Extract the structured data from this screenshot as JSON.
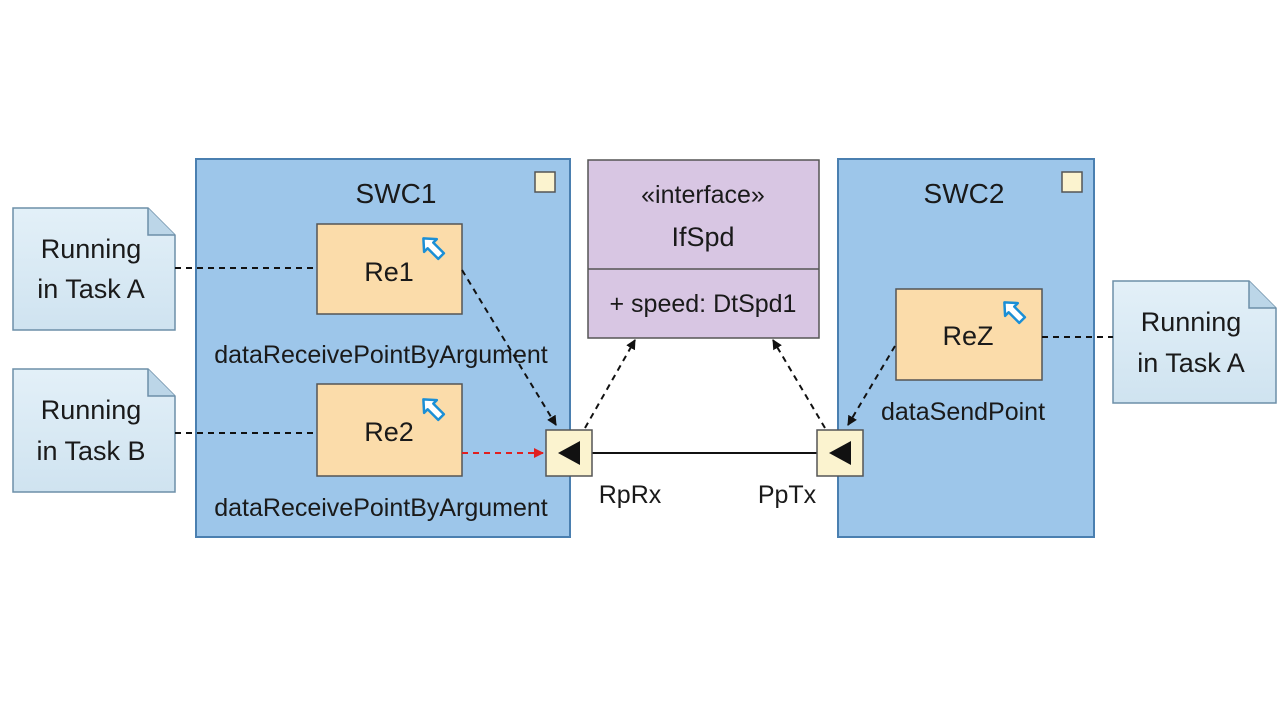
{
  "notes": {
    "left_top": {
      "line1": "Running",
      "line2": "in Task A"
    },
    "left_bottom": {
      "line1": "Running",
      "line2": "in Task B"
    },
    "right": {
      "line1": "Running",
      "line2": "in Task A"
    }
  },
  "swc1": {
    "title": "SWC1",
    "re1": {
      "label": "Re1",
      "caption": "dataReceivePointByArgument"
    },
    "re2": {
      "label": "Re2",
      "caption": "dataReceivePointByArgument"
    }
  },
  "swc2": {
    "title": "SWC2",
    "reZ": {
      "label": "ReZ",
      "caption": "dataSendPoint"
    }
  },
  "interface": {
    "stereotype": "«interface»",
    "name": "IfSpd",
    "attribute": "+ speed: DtSpd1"
  },
  "ports": {
    "rp": "RpRx",
    "pp": "PpTx"
  },
  "colors": {
    "component": "#9dc6ea",
    "runnable": "#fbdcaa",
    "interface": "#d8c6e3",
    "note": "#d6e8f4",
    "port": "#fbf3cf",
    "highlight_arrow": "#e02020",
    "event_icon": "#1b8fd6"
  }
}
